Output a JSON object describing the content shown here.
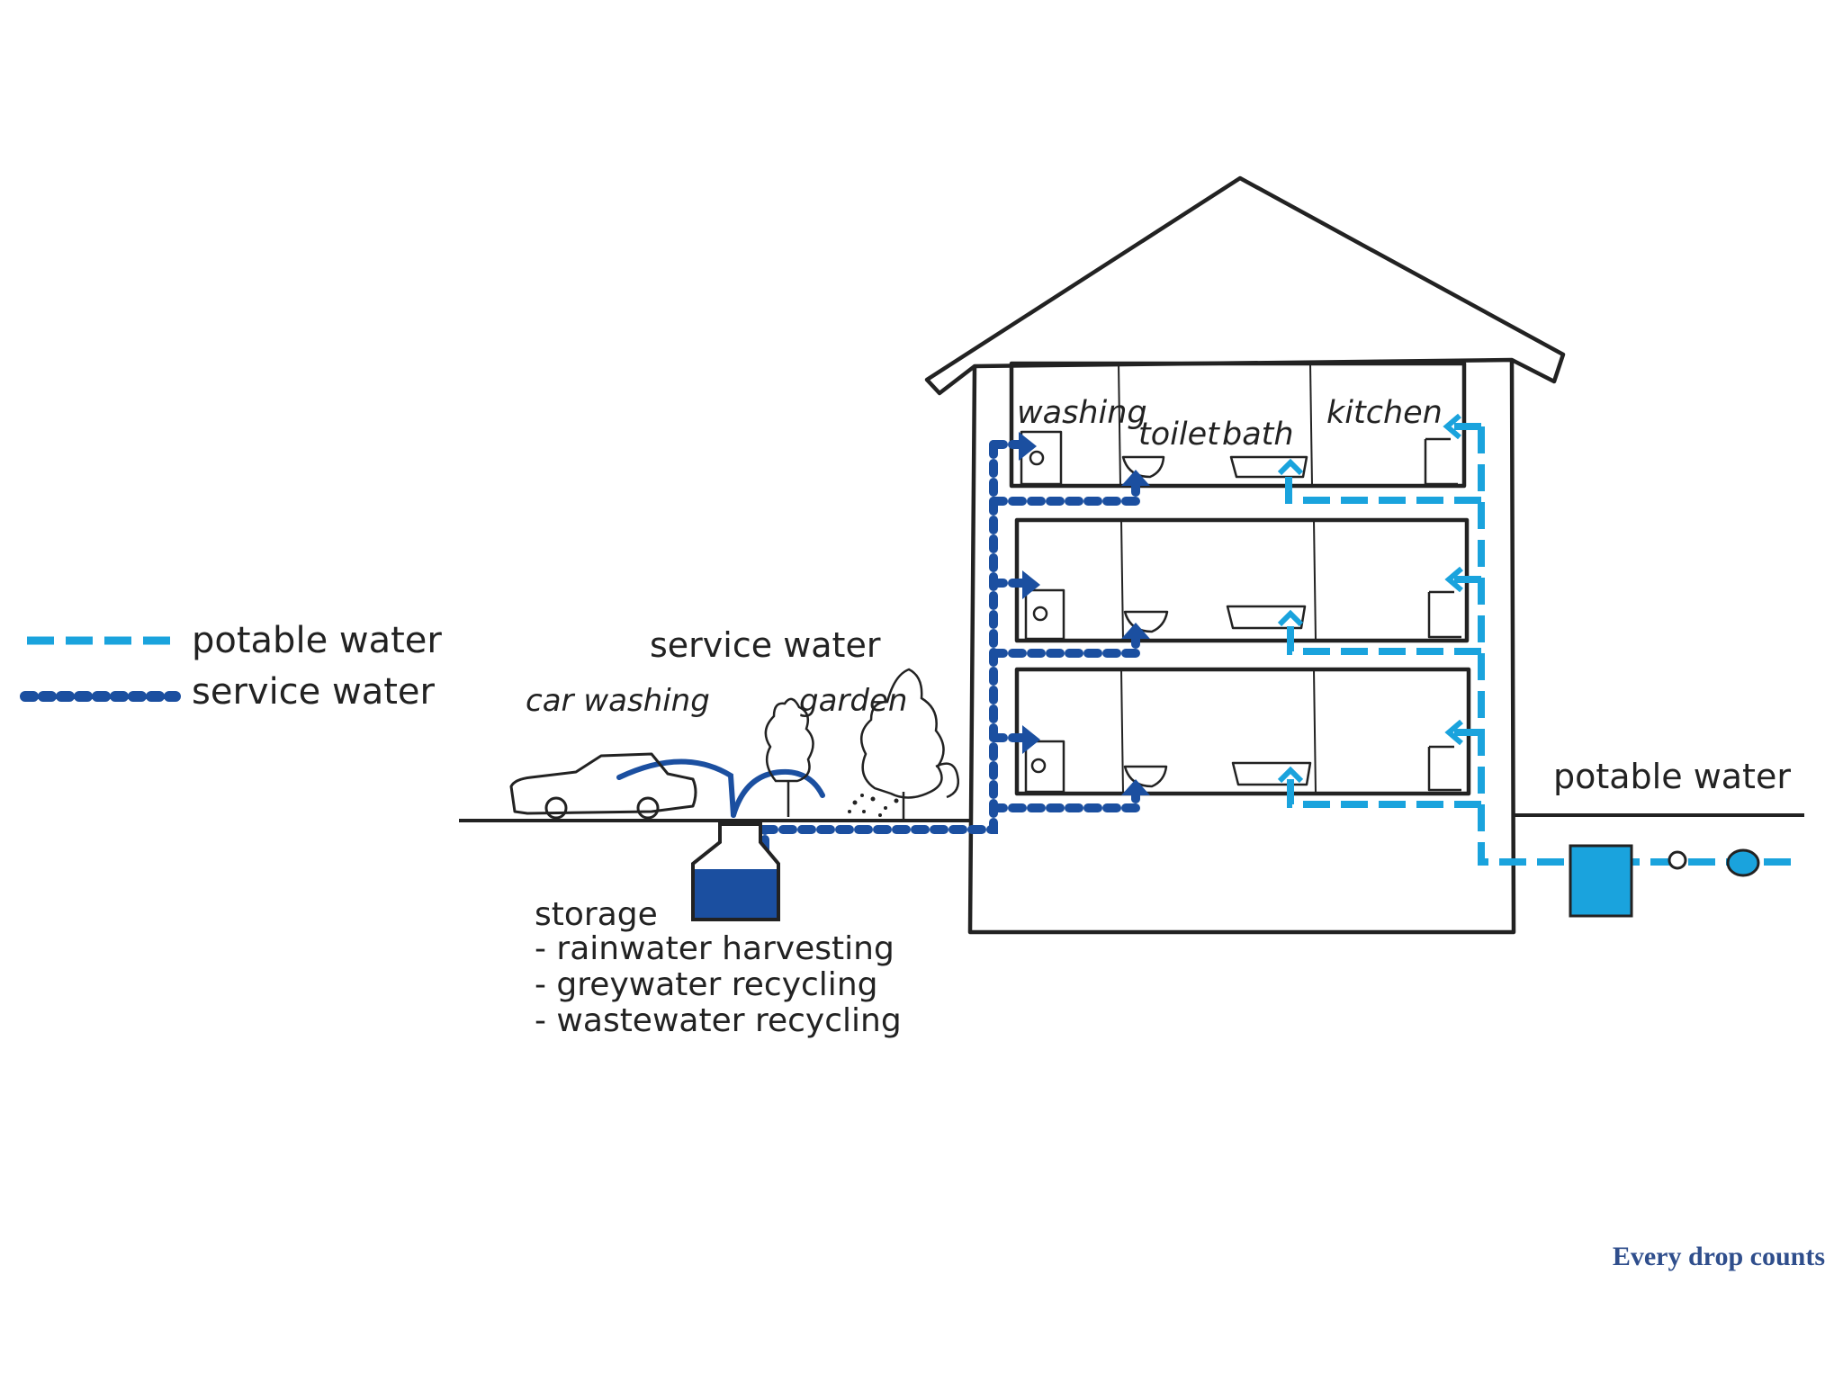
{
  "legend": {
    "potable_label": "potable water",
    "service_label": "service water"
  },
  "rooms": {
    "washing": "washing",
    "toilet": "toilet",
    "bath": "bath",
    "kitchen": "kitchen"
  },
  "labels": {
    "service_water": "service water",
    "car_washing": "car washing",
    "garden": "garden",
    "potable_water": "potable water",
    "storage_title": "storage",
    "storage_items": [
      "- rainwater harvesting",
      "- greywater recycling",
      "- wastewater recycling"
    ]
  },
  "footer": {
    "text": "Every drop counts"
  },
  "colors": {
    "potable": "#1aa3dd",
    "service": "#1b4fa0",
    "line": "#222222",
    "footer": "#2f4e8c"
  }
}
